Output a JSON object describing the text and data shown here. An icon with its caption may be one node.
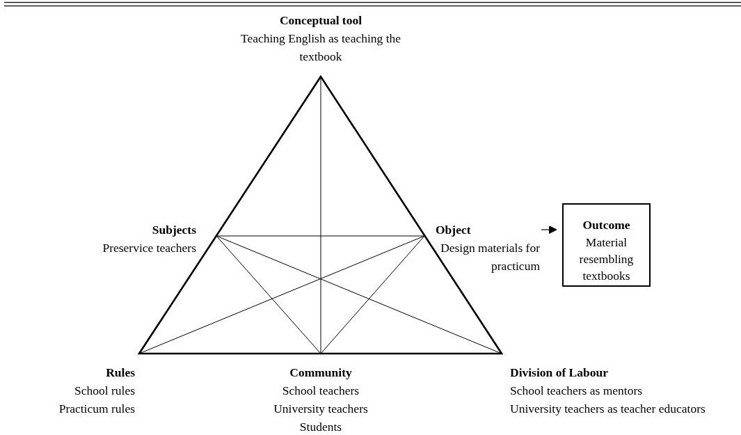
{
  "diagram": {
    "nodes": [
      {
        "text": [
          "Conceptual tool",
          "Teaching English as teaching the textbook"
        ]
      },
      {
        "text": [
          "Subjects",
          "Preservice teachers"
        ]
      },
      {
        "text": [
          "Object",
          "Design materials for practicum"
        ]
      },
      {
        "text": [
          "Outcome",
          "Material resembling textbooks"
        ]
      },
      {
        "text": [
          "Rules",
          "School rules",
          "Practicum rules"
        ]
      },
      {
        "text": [
          "Community",
          "School teachers",
          "University teachers",
          "Students"
        ]
      },
      {
        "text": [
          "Division of Labour",
          "School teachers as mentors",
          "University teachers as teacher educators"
        ]
      }
    ],
    "edges": [
      {
        "from": 2,
        "to": 3,
        "arrow": "to"
      }
    ]
  }
}
